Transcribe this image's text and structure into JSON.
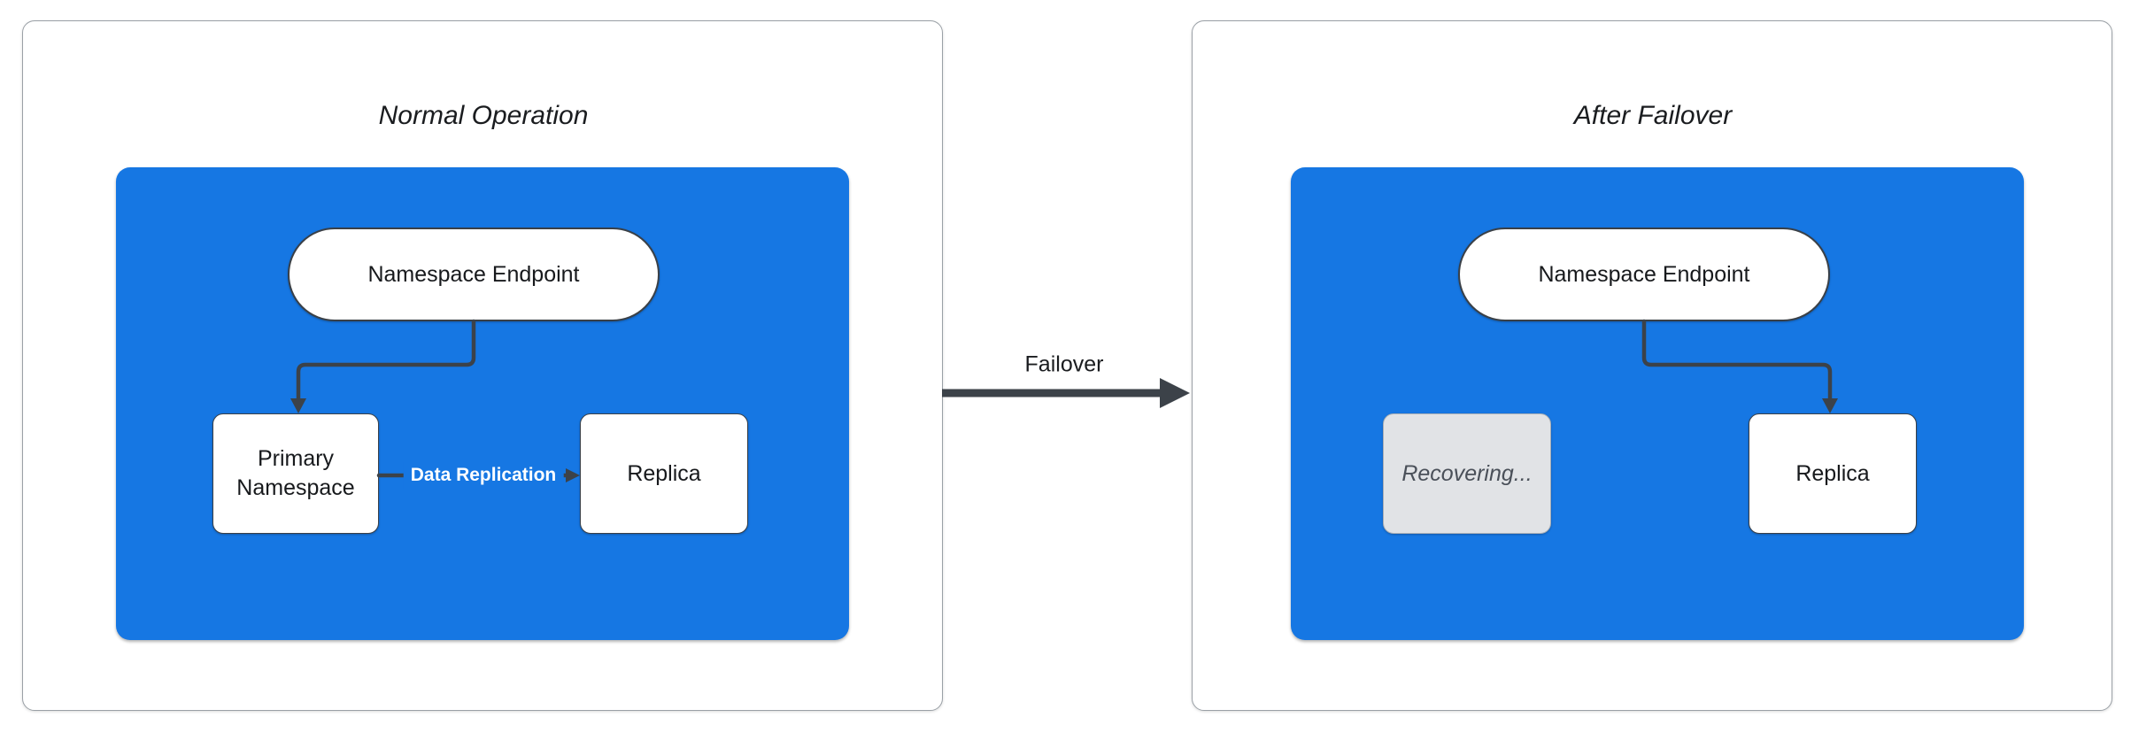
{
  "colors": {
    "canvas-bg": "#ffffff",
    "container-blue": "#1677E3",
    "stroke-dark": "#3C4249",
    "panel-border": "#9AA0A6",
    "node-border": "#3A4047",
    "node-text": "#17191C",
    "title-text": "#1A1C1F",
    "recovering-bg": "#E1E3E6",
    "recovering-border": "#A9AFB6",
    "recovering-text": "#4A5059",
    "replication-text": "#FFFFFF"
  },
  "left_panel": {
    "title": "Normal Operation",
    "endpoint": "Namespace Endpoint",
    "primary": "Primary Namespace",
    "replica": "Replica",
    "replication_arrow_label": "Data Replication"
  },
  "divider": {
    "failover_arrow_label": "Failover"
  },
  "right_panel": {
    "title": "After Failover",
    "endpoint": "Namespace Endpoint",
    "recovering": "Recovering...",
    "replica": "Replica"
  }
}
